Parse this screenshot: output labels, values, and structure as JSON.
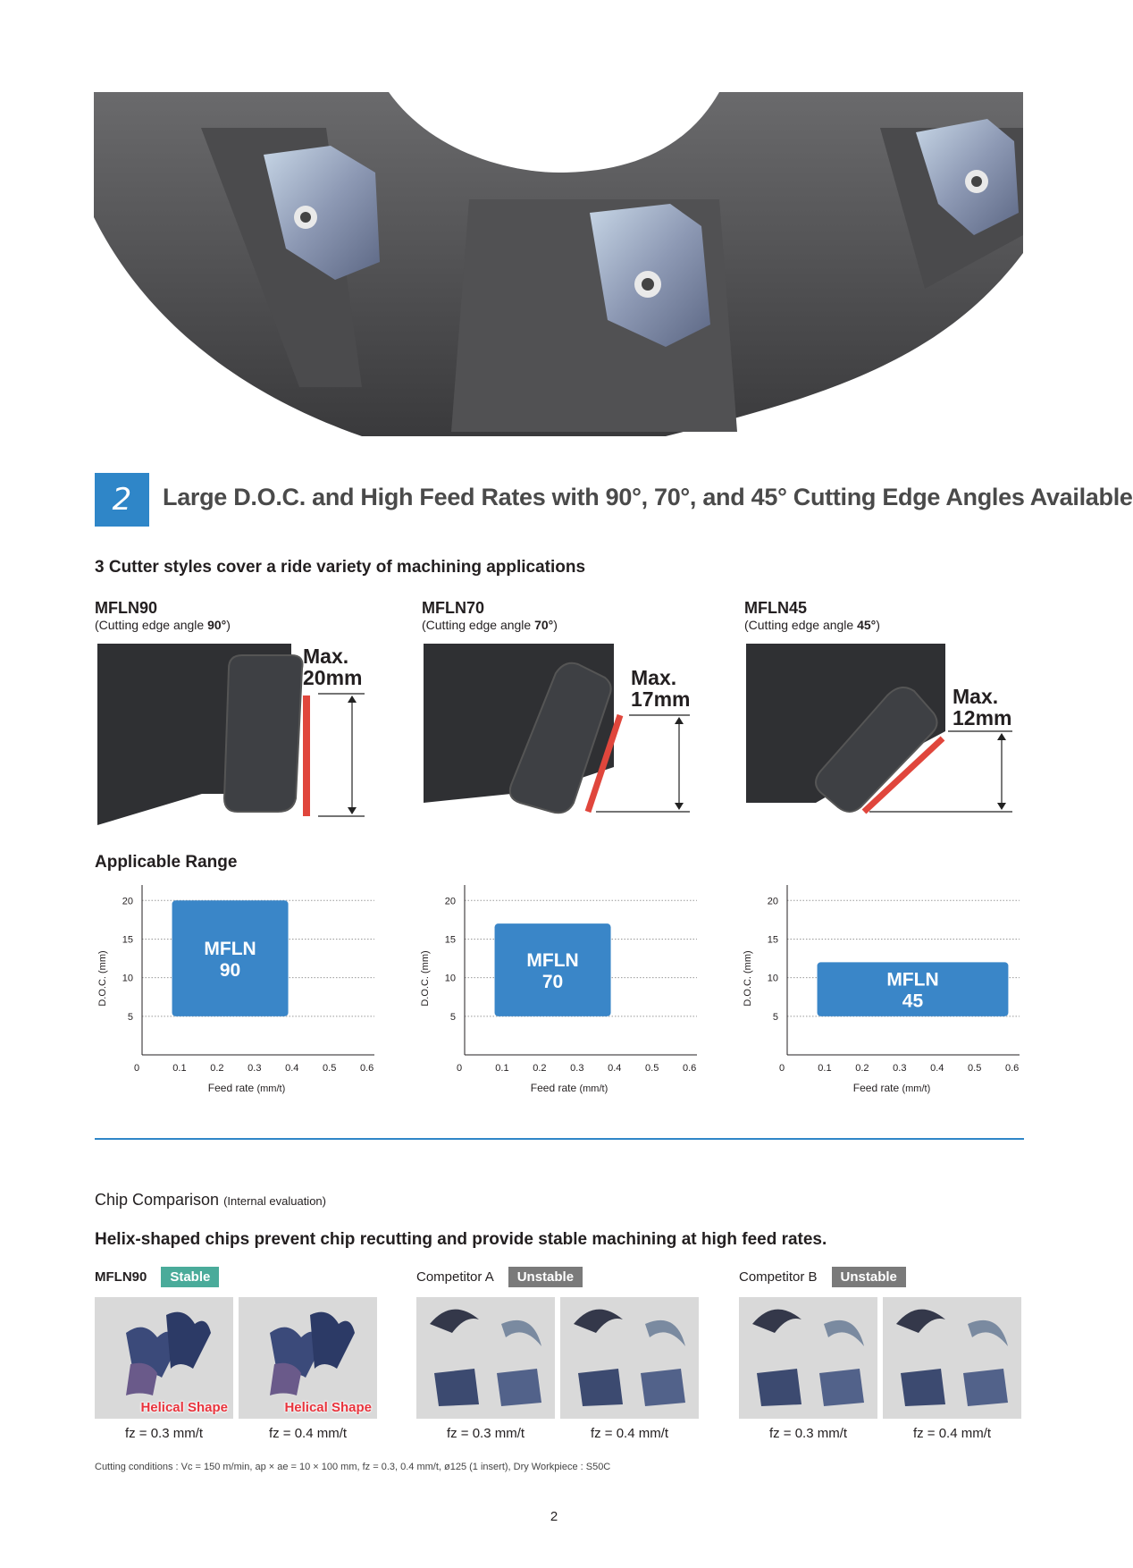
{
  "hero": {
    "alt_icon": "milling-cutter-photo"
  },
  "section": {
    "number": "2",
    "title": "Large D.O.C. and High Feed Rates with 90°, 70°, and 45° Cutting Edge Angles Available",
    "subtitle": "3 Cutter styles cover a ride variety of machining applications"
  },
  "cutters": [
    {
      "name": "MFLN90",
      "note_prefix": "(Cutting edge angle ",
      "angle": "90°",
      "note_suffix": ")",
      "max_line1": "Max.",
      "max_line2": "20mm"
    },
    {
      "name": "MFLN70",
      "note_prefix": "(Cutting edge angle ",
      "angle": "70°",
      "note_suffix": ")",
      "max_line1": "Max.",
      "max_line2": "17mm"
    },
    {
      "name": "MFLN45",
      "note_prefix": "(Cutting edge angle ",
      "angle": "45°",
      "note_suffix": ")",
      "max_line1": "Max.",
      "max_line2": "12mm"
    }
  ],
  "applicable_range_title": "Applicable Range",
  "chart_data": [
    {
      "type": "range-box",
      "xlabel": "Feed rate",
      "xlabel_unit": "(mm/t)",
      "ylabel": "D.O.C. (mm)",
      "xticks": [
        "0",
        "0.1",
        "0.2",
        "0.3",
        "0.4",
        "0.5",
        "0.6"
      ],
      "yticks": [
        "5",
        "10",
        "15",
        "20"
      ],
      "xlim": [
        0,
        0.62
      ],
      "ylim": [
        0,
        22
      ],
      "box": {
        "x_range": [
          0.08,
          0.39
        ],
        "y_range": [
          5,
          20
        ],
        "label_line1": "MFLN",
        "label_line2": "90"
      },
      "box_color": "#3a86c8"
    },
    {
      "type": "range-box",
      "xlabel": "Feed rate",
      "xlabel_unit": "(mm/t)",
      "ylabel": "D.O.C. (mm)",
      "xticks": [
        "0",
        "0.1",
        "0.2",
        "0.3",
        "0.4",
        "0.5",
        "0.6"
      ],
      "yticks": [
        "5",
        "10",
        "15",
        "20"
      ],
      "xlim": [
        0,
        0.62
      ],
      "ylim": [
        0,
        22
      ],
      "box": {
        "x_range": [
          0.08,
          0.39
        ],
        "y_range": [
          5,
          17
        ],
        "label_line1": "MFLN",
        "label_line2": "70"
      },
      "box_color": "#3a86c8"
    },
    {
      "type": "range-box",
      "xlabel": "Feed rate",
      "xlabel_unit": "(mm/t)",
      "ylabel": "D.O.C. (mm)",
      "xticks": [
        "0",
        "0.1",
        "0.2",
        "0.3",
        "0.4",
        "0.5",
        "0.6"
      ],
      "yticks": [
        "5",
        "10",
        "15",
        "20"
      ],
      "xlim": [
        0,
        0.62
      ],
      "ylim": [
        0,
        22
      ],
      "box": {
        "x_range": [
          0.08,
          0.59
        ],
        "y_range": [
          5,
          12
        ],
        "label_line1": "MFLN",
        "label_line2": "45"
      },
      "box_color": "#3a86c8"
    }
  ],
  "chip": {
    "title": "Chip Comparison",
    "title_note": "(Internal evaluation)",
    "subtitle": "Helix-shaped chips prevent chip recutting and provide stable machining at high feed rates.",
    "groups": [
      {
        "name": "MFLN90",
        "name_bold": true,
        "tag": "Stable",
        "tag_color": "#4aab9a",
        "photos": [
          {
            "caption": "fz = 0.3 mm/t",
            "overlay": "Helical Shape"
          },
          {
            "caption": "fz = 0.4 mm/t",
            "overlay": "Helical Shape"
          }
        ]
      },
      {
        "name": "Competitor A",
        "name_bold": false,
        "tag": "Unstable",
        "tag_color": "#7a7a7a",
        "photos": [
          {
            "caption": "fz = 0.3 mm/t",
            "overlay": ""
          },
          {
            "caption": "fz = 0.4 mm/t",
            "overlay": ""
          }
        ]
      },
      {
        "name": "Competitor B",
        "name_bold": false,
        "tag": "Unstable",
        "tag_color": "#7a7a7a",
        "photos": [
          {
            "caption": "fz = 0.3 mm/t",
            "overlay": ""
          },
          {
            "caption": "fz = 0.4 mm/t",
            "overlay": ""
          }
        ]
      }
    ],
    "conditions": "Cutting conditions : Vc = 150 m/min, ap × ae = 10 × 100 mm, fz = 0.3, 0.4 mm/t, ø125 (1 insert), Dry  Workpiece : S50C"
  },
  "page_number": "2"
}
